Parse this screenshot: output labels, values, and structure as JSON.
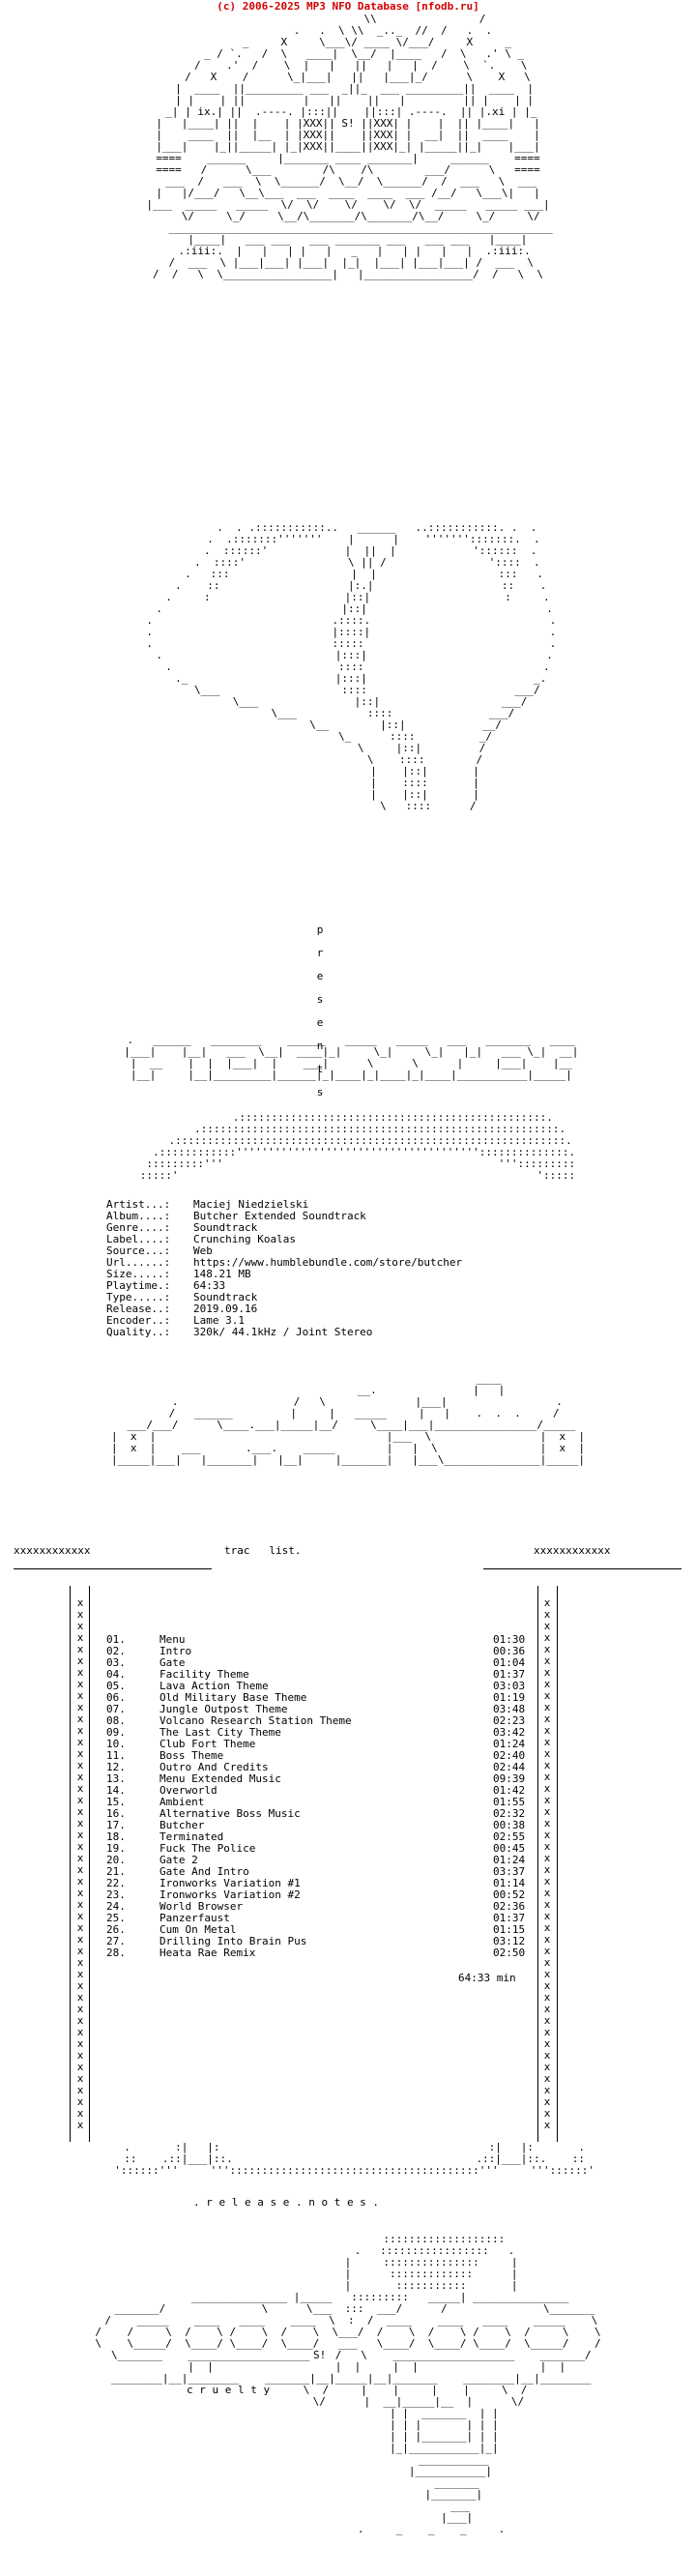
{
  "header": {
    "credit": "(c) 2006-2025 MP3 NFO Database [nfodb.ru]"
  },
  "art": {
    "presents_letters": [
      "p",
      "r",
      "e",
      "s",
      "e",
      "n",
      "t",
      "s"
    ],
    "tracklist_heading": "trac   list.",
    "tracklist_xrow": "xxxxxxxxxxxx",
    "notes_heading": ". r e l e a s e . n o t e s .",
    "cruelty": "c r u e l t y",
    "sig": "S!"
  },
  "info": [
    {
      "key": "Artist...:",
      "value": "Maciej Niedzielski"
    },
    {
      "key": "Album....:",
      "value": "Butcher Extended Soundtrack"
    },
    {
      "key": "Genre....:",
      "value": "Soundtrack"
    },
    {
      "key": "Label....:",
      "value": "Crunching Koalas"
    },
    {
      "key": "Source...:",
      "value": "Web"
    },
    {
      "key": "Url......:",
      "value": "https://www.humblebundle.com/store/butcher"
    },
    {
      "key": "Size.....:",
      "value": "148.21 MB"
    },
    {
      "key": "Playtime.:",
      "value": "64:33"
    },
    {
      "key": "Type.....:",
      "value": "Soundtrack"
    },
    {
      "key": "Release..:",
      "value": "2019.09.16"
    },
    {
      "key": "Encoder..:",
      "value": "Lame 3.1"
    },
    {
      "key": "Quality..:",
      "value": "320k/ 44.1kHz / Joint Stereo"
    }
  ],
  "tracks": [
    {
      "n": "01.",
      "title": "Menu",
      "time": "01:30"
    },
    {
      "n": "02.",
      "title": "Intro",
      "time": "00:36"
    },
    {
      "n": "03.",
      "title": "Gate",
      "time": "01:04"
    },
    {
      "n": "04.",
      "title": "Facility Theme",
      "time": "01:37"
    },
    {
      "n": "05.",
      "title": "Lava Action Theme",
      "time": "03:03"
    },
    {
      "n": "06.",
      "title": "Old Military Base Theme",
      "time": "01:19"
    },
    {
      "n": "07.",
      "title": "Jungle Outpost Theme",
      "time": "03:48"
    },
    {
      "n": "08.",
      "title": "Volcano Research Station Theme",
      "time": "02:23"
    },
    {
      "n": "09.",
      "title": "The Last City Theme",
      "time": "03:42"
    },
    {
      "n": "10.",
      "title": "Club Fort Theme",
      "time": "01:24"
    },
    {
      "n": "11.",
      "title": "Boss Theme",
      "time": "02:40"
    },
    {
      "n": "12.",
      "title": "Outro And Credits",
      "time": "02:44"
    },
    {
      "n": "13.",
      "title": "Menu Extended Music",
      "time": "09:39"
    },
    {
      "n": "14.",
      "title": "Overworld",
      "time": "01:42"
    },
    {
      "n": "15.",
      "title": "Ambient",
      "time": "01:55"
    },
    {
      "n": "16.",
      "title": "Alternative Boss Music",
      "time": "02:32"
    },
    {
      "n": "17.",
      "title": "Butcher",
      "time": "00:38"
    },
    {
      "n": "18.",
      "title": "Terminated",
      "time": "02:55"
    },
    {
      "n": "19.",
      "title": "Fuck The Police",
      "time": "00:45"
    },
    {
      "n": "20.",
      "title": "Gate 2",
      "time": "01:24"
    },
    {
      "n": "21.",
      "title": "Gate And Intro",
      "time": "03:37"
    },
    {
      "n": "22.",
      "title": "Ironworks Variation #1",
      "time": "01:14"
    },
    {
      "n": "23.",
      "title": "Ironworks Variation #2",
      "time": "00:52"
    },
    {
      "n": "24.",
      "title": "World Browser",
      "time": "02:36"
    },
    {
      "n": "25.",
      "title": "Panzerfaust",
      "time": "01:37"
    },
    {
      "n": "26.",
      "title": "Cum On Metal",
      "time": "01:15"
    },
    {
      "n": "27.",
      "title": "Drilling Into Brain Pus",
      "time": "03:12"
    },
    {
      "n": "28.",
      "title": "Heata Rae Remix",
      "time": "02:50"
    }
  ],
  "total": "64:33 min"
}
